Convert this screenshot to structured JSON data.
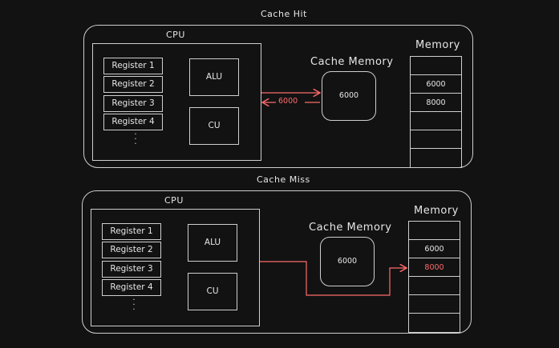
{
  "hit": {
    "title": "Cache Hit",
    "cpu_label": "CPU",
    "registers": [
      "Register 1",
      "Register 2",
      "Register 3",
      "Register 4"
    ],
    "alu_label": "ALU",
    "cu_label": "CU",
    "cache_title": "Cache Memory",
    "cache_value": "6000",
    "arrow_label": "6000",
    "memory_title": "Memory",
    "memory_cells": [
      "",
      "6000",
      "8000",
      "",
      "",
      ""
    ]
  },
  "miss": {
    "title": "Cache Miss",
    "cpu_label": "CPU",
    "registers": [
      "Register 1",
      "Register 2",
      "Register 3",
      "Register 4"
    ],
    "alu_label": "ALU",
    "cu_label": "CU",
    "cache_title": "Cache Memory",
    "cache_value": "6000",
    "memory_title": "Memory",
    "memory_cells": [
      "",
      "6000",
      "8000",
      "",
      "",
      ""
    ],
    "highlighted_value": "8000"
  },
  "colors": {
    "stroke": "#cfcfcf",
    "accent": "#ff6b6b",
    "background": "#121212"
  }
}
